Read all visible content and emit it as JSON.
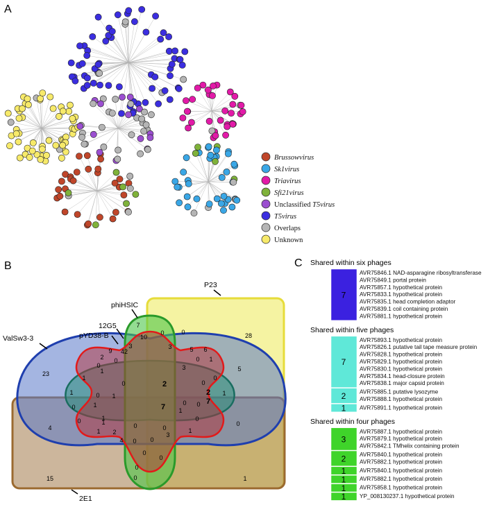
{
  "panels": {
    "a": "A",
    "b": "B",
    "c": "C"
  },
  "legend": [
    {
      "label": "Brussowvirus",
      "italic": true,
      "color": "#c0462a"
    },
    {
      "label": "Sk1virus",
      "italic": true,
      "color": "#3aa7e6"
    },
    {
      "label": "Triavirus",
      "italic": true,
      "color": "#e21aa8"
    },
    {
      "label": "Sfi21virus",
      "italic": true,
      "color": "#7fb23a"
    },
    {
      "label": "Unclassified T5virus",
      "italic": false,
      "color": "#9b4fd0"
    },
    {
      "label": "T5virus",
      "italic": true,
      "color": "#3b2ee0"
    },
    {
      "label": "Overlaps",
      "italic": false,
      "color": "#b5b5b5"
    },
    {
      "label": "Unknown",
      "italic": false,
      "color": "#f7ea6a"
    }
  ],
  "legend_parts": {
    "unclassified_prefix": "Unclassified ",
    "unclassified_italic": "T5virus"
  },
  "venn": {
    "sets": [
      {
        "name": "ValSw3-3"
      },
      {
        "name": "pYD38-B"
      },
      {
        "name": "12G5"
      },
      {
        "name": "phiHSIC"
      },
      {
        "name": "P23"
      },
      {
        "name": "2E1"
      }
    ],
    "numbers": [
      "23",
      "4",
      "15",
      "28",
      "5",
      "0",
      "1",
      "7",
      "10",
      "0",
      "42",
      "3",
      "9",
      "2",
      "0",
      "0",
      "1",
      "1",
      "0",
      "1",
      "0",
      "0",
      "1",
      "0",
      "1",
      "1",
      "0",
      "3",
      "5",
      "6",
      "3",
      "0",
      "1",
      "0",
      "0",
      "1",
      "2",
      "7",
      "2",
      "7",
      "0",
      "0",
      "1",
      "0",
      "1",
      "3",
      "0",
      "0",
      "4",
      "2",
      "1",
      "0",
      "0",
      "0",
      "0",
      "0",
      "0",
      "1"
    ]
  },
  "shared": [
    {
      "title": "Shared within six phages",
      "color": "#3b21e0",
      "blocks": [
        {
          "count": "7",
          "lines": [
            "AVR75846.1 NAD-asparagine ribosyltransferase",
            "AVR75849.1 portal protein",
            "AVR75857.1 hypothetical protein",
            "AVR75833.1 hypothetical protein",
            "AVR75835.1 head completion adaptor",
            "AVR75839.1 coil containing protein",
            "AVR75881.1 hypothetical protein"
          ]
        }
      ]
    },
    {
      "title": "Shared within five phages",
      "color": "#5fe8d8",
      "blocks": [
        {
          "count": "7",
          "lines": [
            "AVR75893.1 hypothetical protein",
            "AVR75826.1 putative tail tape measure protein",
            "AVR75828.1 hypothetical protein",
            "AVR75829.1 hypothetical protein",
            "AVR75830.1 hypothetical protein",
            "AVR75834.1 head-closure protein",
            "AVR75838.1 major capsid protein"
          ]
        },
        {
          "count": "2",
          "lines": [
            "AVR75885.1 putative lysozyme",
            "AVR75888.1 hypothetical protein"
          ]
        },
        {
          "count": "1",
          "lines": [
            "AVR75891.1 hypothetical protein"
          ]
        }
      ]
    },
    {
      "title": "Shared within four phages",
      "color": "#3fd42a",
      "blocks": [
        {
          "count": "3",
          "lines": [
            "AVR75887.1 hypothetical protein",
            "AVR75879.1 hypothetical protein",
            "AVR75842.1 TMhelix containing protein"
          ]
        },
        {
          "count": "2",
          "lines": [
            "AVR75840.1 hypothetical protein",
            "AVR75882.1 hypothetical protein"
          ]
        },
        {
          "count": "1",
          "lines": [
            "AVR75840.1 hypothetical protein"
          ]
        },
        {
          "count": "1",
          "lines": [
            "AVR75882.1 hypothetical protein"
          ]
        },
        {
          "count": "1",
          "lines": [
            "AVR75858.1 hypothetical protein"
          ]
        },
        {
          "count": "1",
          "lines": [
            "YP_008130237.1 hypothetical protein"
          ]
        }
      ]
    }
  ]
}
